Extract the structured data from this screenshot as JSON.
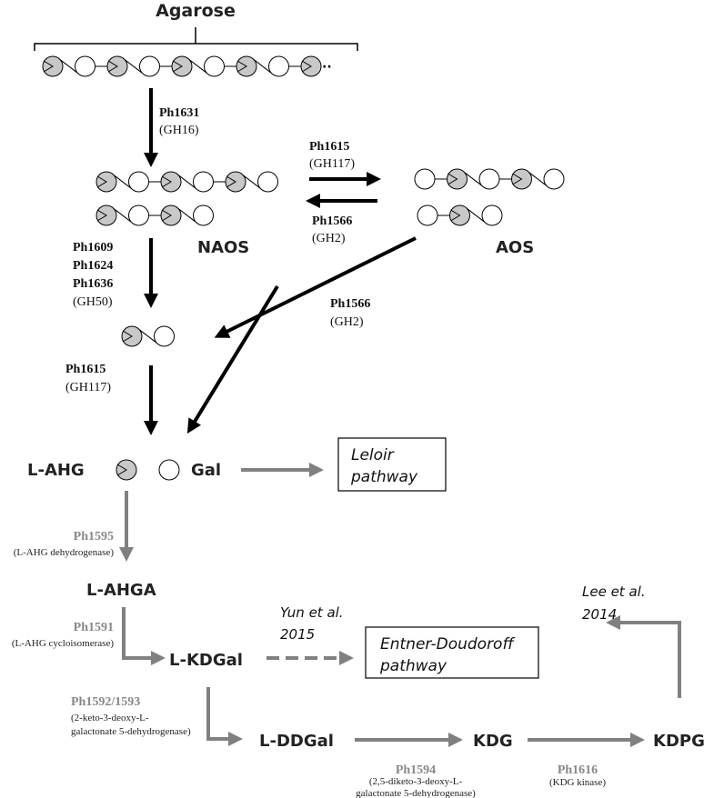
{
  "title": "Agarose",
  "colors": {
    "galactose_ahg_fill": "#c8c8c8",
    "black_arrow": "#000000",
    "grey_arrow": "#808080"
  },
  "chains": {
    "agarose": [
      "AHG",
      "Gal",
      "AHG",
      "Gal",
      "AHG",
      "Gal",
      "AHG",
      "Gal",
      "AHG"
    ],
    "naos_1": [
      "AHG",
      "Gal",
      "AHG",
      "Gal",
      "AHG",
      "Gal"
    ],
    "naos_2": [
      "AHG",
      "Gal",
      "AHG",
      "Gal"
    ],
    "aos_1": [
      "Gal",
      "AHG",
      "Gal",
      "AHG",
      "Gal"
    ],
    "aos_2": [
      "Gal",
      "AHG",
      "Gal"
    ],
    "dimer": [
      "AHG",
      "Gal"
    ]
  },
  "enzymes": {
    "ph1631": {
      "name": "Ph1631",
      "family": "(GH16)"
    },
    "ph1615_top": {
      "name": "Ph1615",
      "family": "(GH117)"
    },
    "ph1566_top": {
      "name": "Ph1566",
      "family": "(GH2)"
    },
    "gh50": {
      "names": [
        "Ph1609",
        "Ph1624",
        "Ph1636"
      ],
      "family": "(GH50)"
    },
    "ph1566_mid": {
      "name": "Ph1566",
      "family": "(GH2)"
    },
    "ph1615_mid": {
      "name": "Ph1615",
      "family": "(GH117)"
    },
    "ph1595": {
      "name": "Ph1595",
      "desc": [
        "(L-AHG dehydrogenase)"
      ]
    },
    "ph1591": {
      "name": "Ph1591",
      "desc": [
        "(L-AHG cycloisomerase)"
      ]
    },
    "ph1592": {
      "name": "Ph1592/1593",
      "desc": [
        "(2-keto-3-deoxy-L-",
        "galactonate 5-dehydrogenase)"
      ]
    },
    "ph1594": {
      "name": "Ph1594",
      "desc": [
        "(2,5-diketo-3-deoxy-L-",
        "galactonate 5-dehydrogenase)"
      ]
    },
    "ph1616": {
      "name": "Ph1616",
      "desc": [
        "(KDG kinase)"
      ]
    }
  },
  "metabolites": {
    "naos": "NAOS",
    "aos": "AOS",
    "lahg": "L-AHG",
    "gal": "Gal",
    "lahga": "L-AHGA",
    "lkdgal": "L-KDGal",
    "lddgal": "L-DDGal",
    "kdg": "KDG",
    "kdpg": "KDPG"
  },
  "boxes": {
    "leloir": [
      "Leloir",
      "pathway"
    ],
    "ed": [
      "Entner-Doudoroff",
      "pathway"
    ]
  },
  "refs": {
    "yun": [
      "Yun et al.",
      "2015"
    ],
    "lee": [
      "Lee et al.",
      "2014"
    ]
  }
}
